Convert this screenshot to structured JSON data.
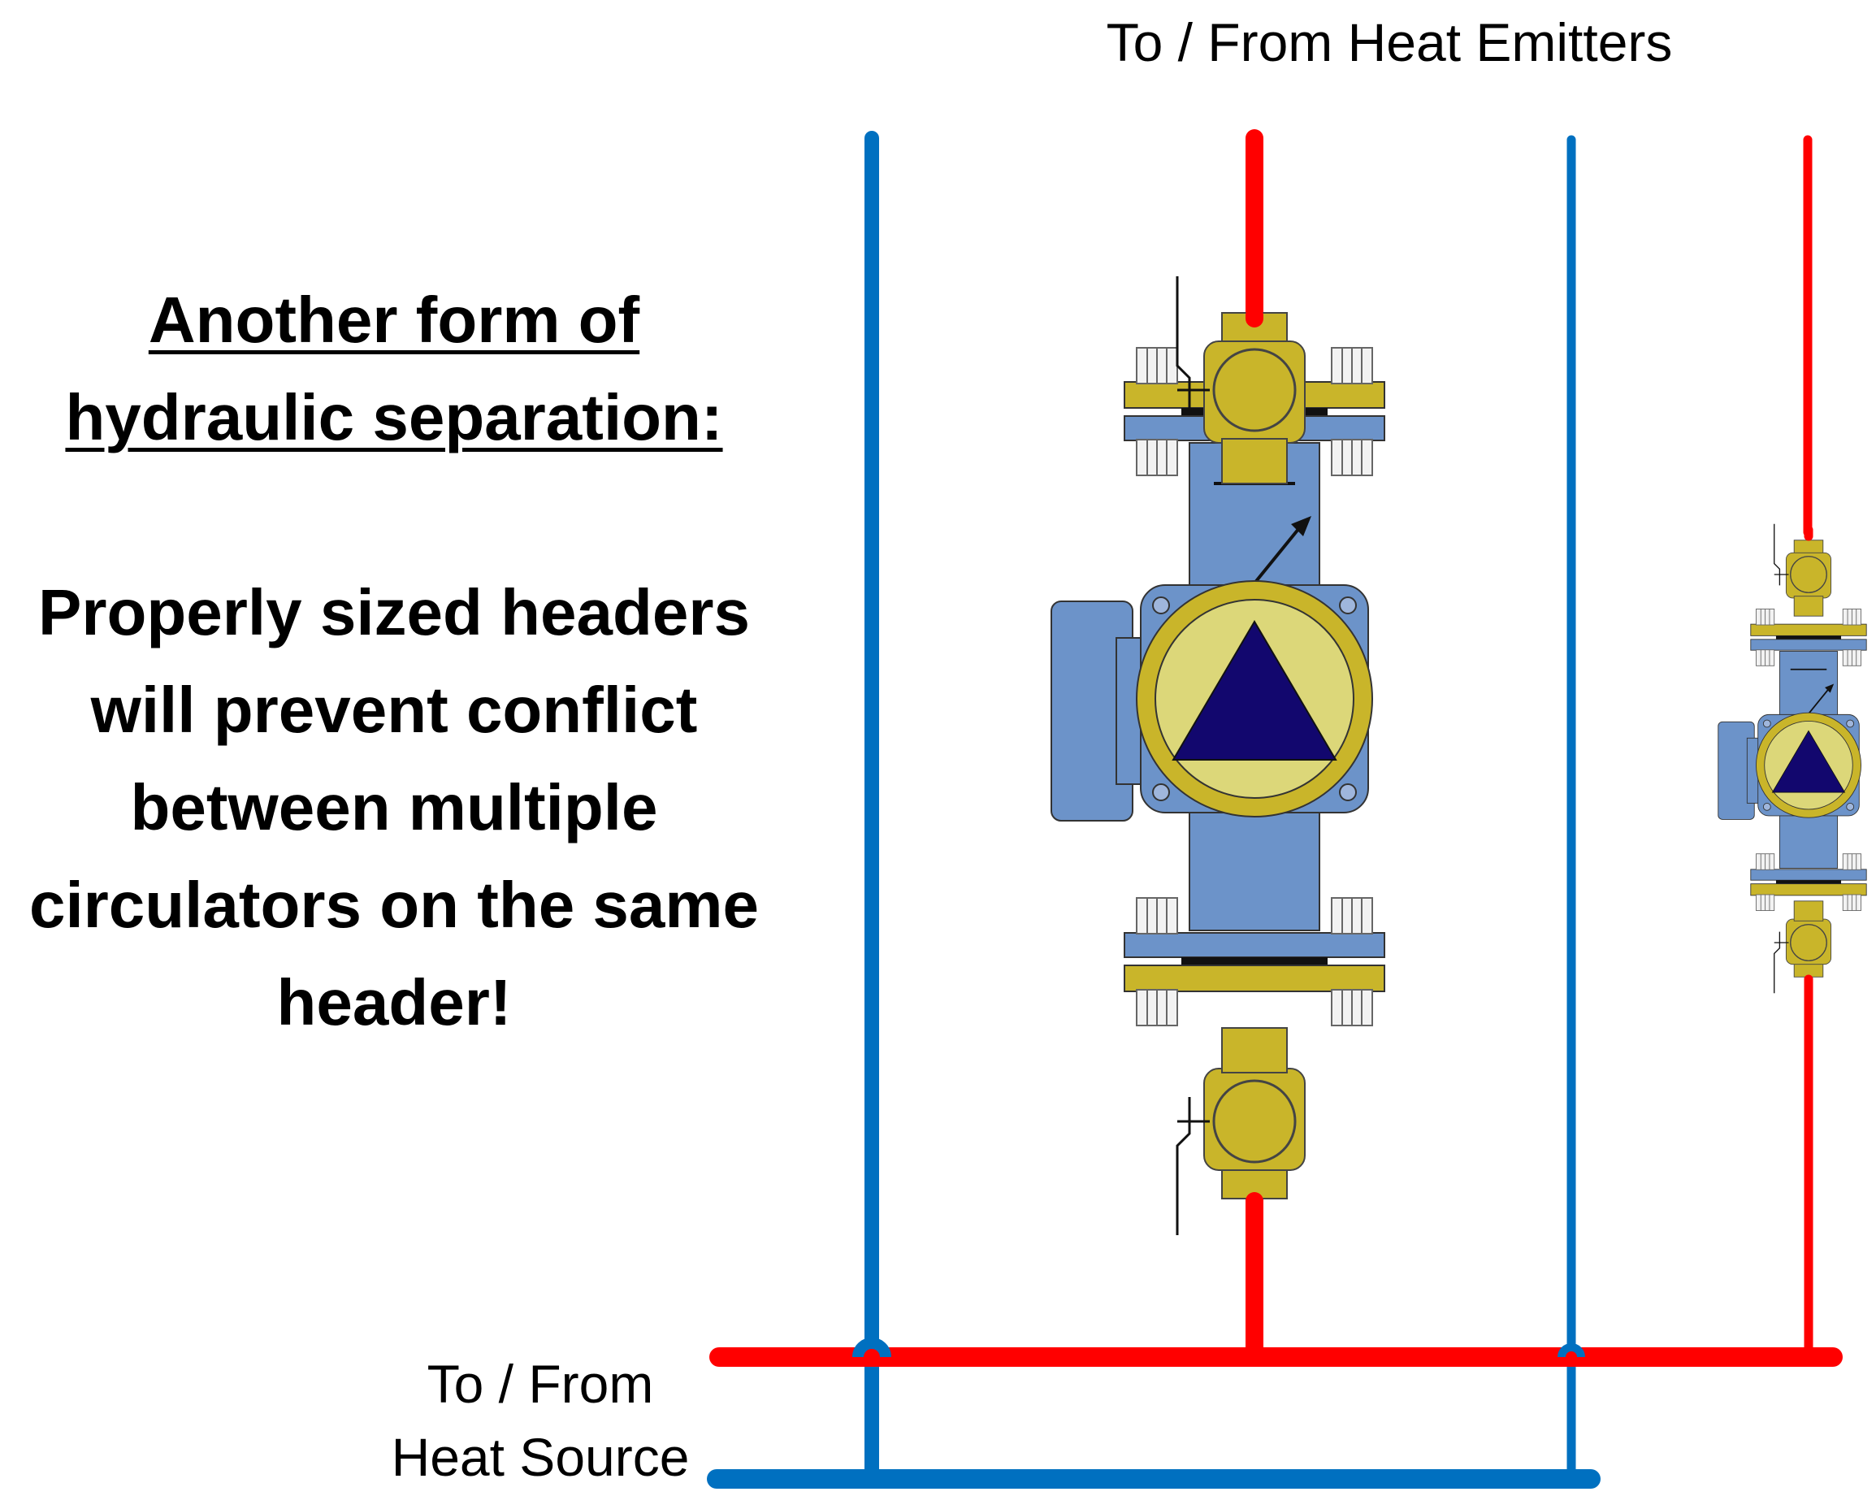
{
  "labels": {
    "emitters": "To / From Heat Emitters",
    "source_line_1": "To / From",
    "source_line_2": "Heat Source"
  },
  "heading": {
    "line_1": "Another form of",
    "line_2": "hydraulic separation:"
  },
  "body": {
    "line_1": "Properly sized headers",
    "line_2": "will prevent conflict",
    "line_3": "between multiple",
    "line_4": "circulators on the same",
    "line_5": "header!"
  },
  "colors": {
    "supply_pipe": "#FF0000",
    "return_pipe": "#0070C0",
    "pump_body": "#6C93C9",
    "brass": "#C9B52A",
    "pump_face": "#DCD779",
    "pump_triangle": "#12076E"
  },
  "icons": [
    "circulator-pump-icon",
    "isolation-valve-icon",
    "flange-icon"
  ]
}
